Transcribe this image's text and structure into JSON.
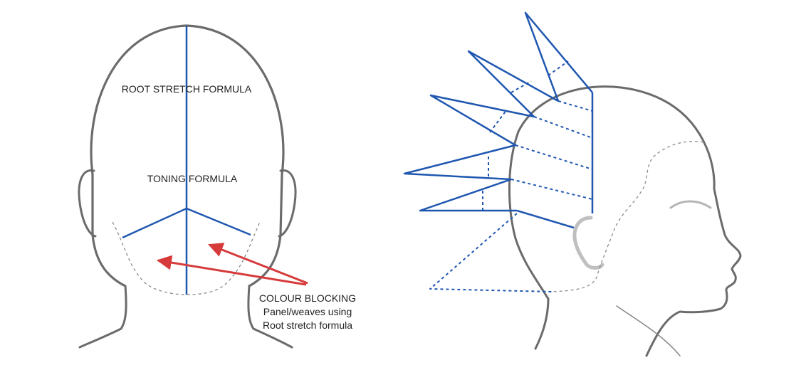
{
  "labels": {
    "root_stretch": "ROOT STRETCH FORMULA",
    "toning": "TONING FORMULA",
    "colour_blocking_title": "COLOUR BLOCKING",
    "colour_blocking_line2": "Panel/weaves using",
    "colour_blocking_line3": "Root stretch formula"
  },
  "colors": {
    "outline": "#6b6b6b",
    "section_line": "#1f57b0",
    "arrow": "#d63a3a",
    "ear": "#bfbfbf",
    "hairline_dashed": "#8a8a8a"
  }
}
